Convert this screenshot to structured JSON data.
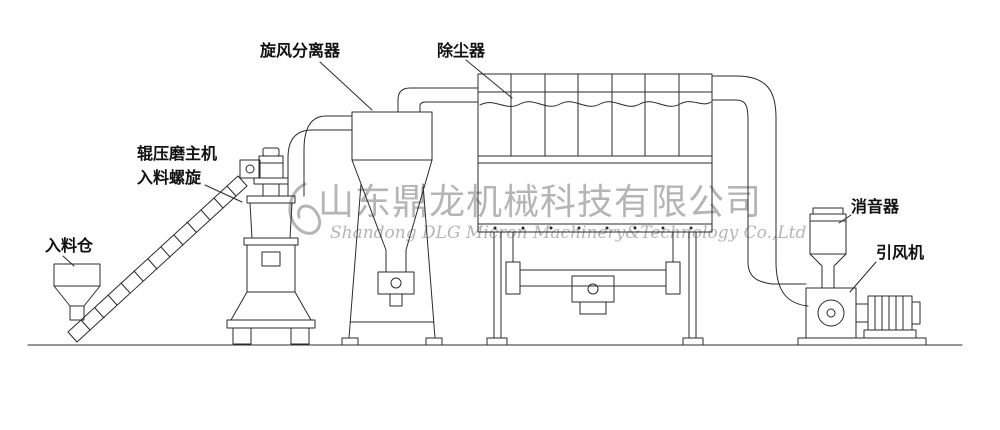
{
  "colors": {
    "line": "#2b2b2b",
    "label": "#111111",
    "watermark": "#b5b5b5",
    "background": "#ffffff"
  },
  "labels": {
    "feed_hopper": "入料仓",
    "roller_mill": "辊压磨主机",
    "feed_screw": "入料螺旋",
    "cyclone": "旋风分离器",
    "dust_collector": "除尘器",
    "muffler": "消音器",
    "fan": "引风机"
  },
  "watermark": {
    "cn": "山东鼎龙机械科技有限公司",
    "en": "Shandong DLG Micron Machinery&Technology Co.,Ltd"
  }
}
